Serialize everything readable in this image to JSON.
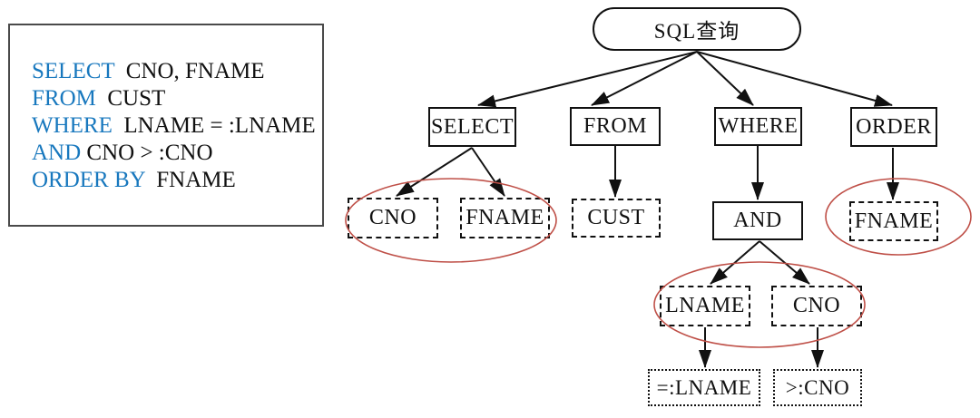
{
  "colors": {
    "background": "#ffffff",
    "keyword_blue": "#1878be",
    "text_black": "#111111",
    "ellipse_red": "#bf5048"
  },
  "code_panel": {
    "lines": [
      {
        "keyword": "SELECT",
        "rest": "  CNO, FNAME"
      },
      {
        "keyword": "FROM",
        "rest": "  CUST"
      },
      {
        "keyword": "WHERE",
        "rest": "  LNAME = :LNAME"
      },
      {
        "keyword": "AND",
        "rest": " CNO > :CNO"
      },
      {
        "keyword": "ORDER BY",
        "rest": "  FNAME"
      }
    ]
  },
  "tree": {
    "root": {
      "label": "SQL查询"
    },
    "nodes": {
      "select": {
        "label": "SELECT"
      },
      "from": {
        "label": "FROM"
      },
      "where": {
        "label": "WHERE"
      },
      "order": {
        "label": "ORDER"
      },
      "cno_select": {
        "label": "CNO"
      },
      "fname_select": {
        "label": "FNAME"
      },
      "cust": {
        "label": "CUST"
      },
      "and": {
        "label": "AND"
      },
      "fname_order": {
        "label": "FNAME"
      },
      "lname": {
        "label": "LNAME"
      },
      "cno_where": {
        "label": "CNO"
      },
      "param_lname": {
        "label": "=:LNAME"
      },
      "param_cno": {
        "label": ">:CNO"
      }
    }
  }
}
